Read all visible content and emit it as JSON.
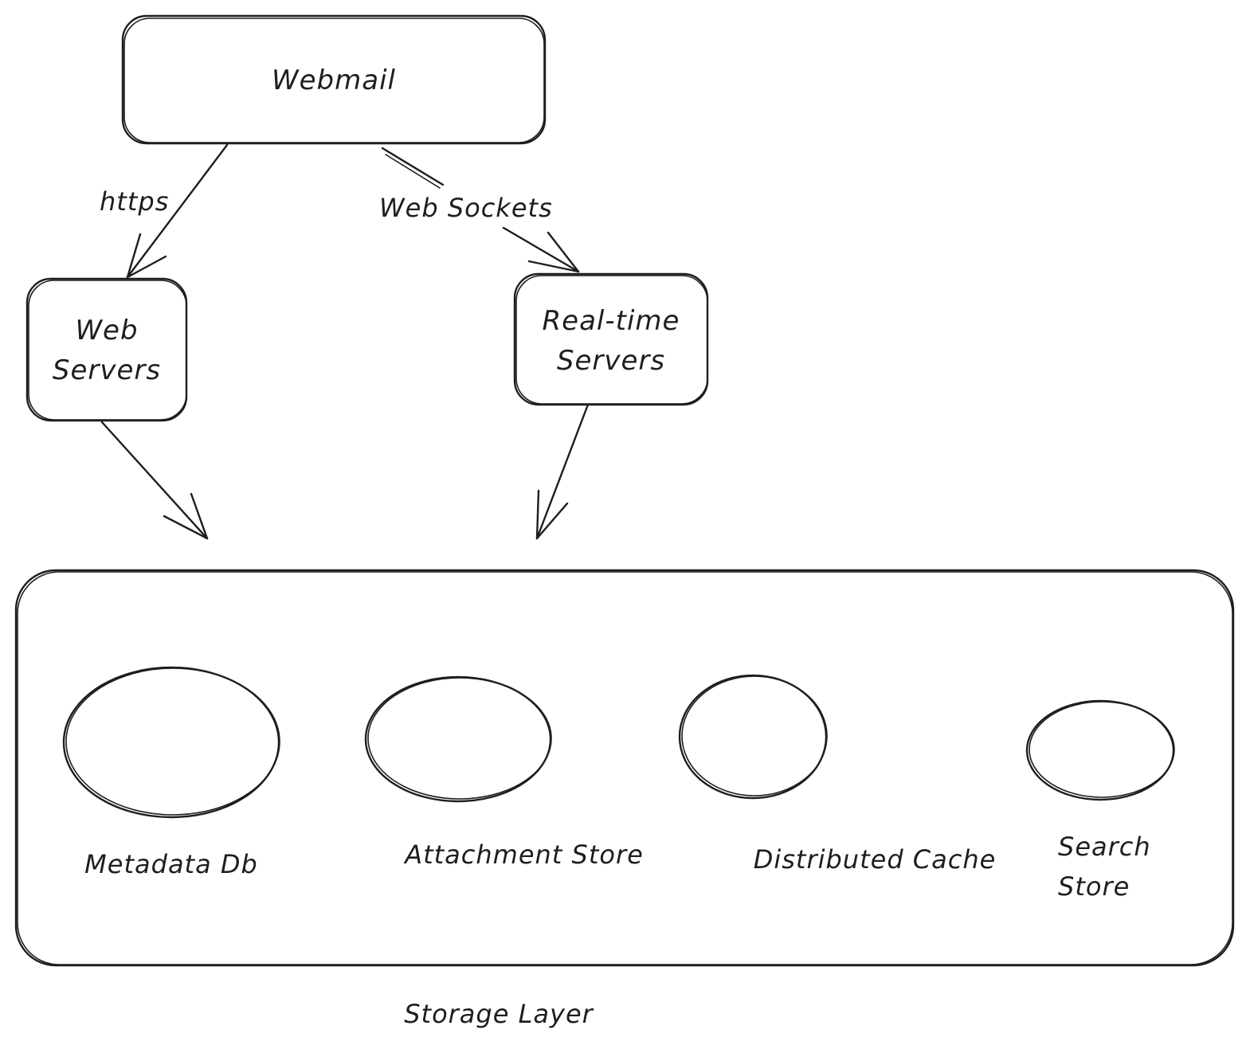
{
  "nodes": {
    "webmail": {
      "label": "Webmail"
    },
    "web_servers": {
      "label_line1": "Web",
      "label_line2": "Servers"
    },
    "realtime_servers": {
      "label_line1": "Real-time",
      "label_line2": "Servers"
    }
  },
  "edges": {
    "https": {
      "label": "https"
    },
    "web_sockets": {
      "label": "Web Sockets"
    }
  },
  "storage": {
    "label": "Storage Layer",
    "items": [
      {
        "label": "Metadata Db"
      },
      {
        "label": "Attachment Store"
      },
      {
        "label": "Distributed Cache"
      },
      {
        "label_line1": "Search",
        "label_line2": "Store"
      }
    ]
  },
  "colors": {
    "stroke": "#1e1e1e",
    "background": "#ffffff"
  }
}
